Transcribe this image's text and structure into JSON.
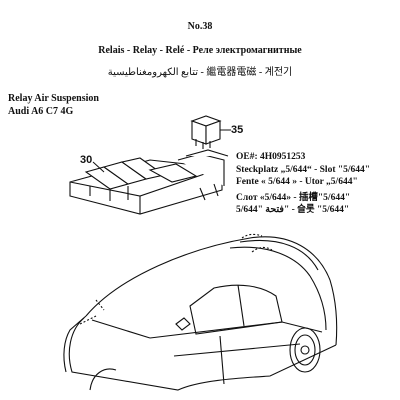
{
  "header": {
    "page_number": "No.38",
    "relay_names": "Relais - Relay - Relé - Реле электромагнитные",
    "relay_names_multi": "تتابع الكهرومغناطيسية - 繼電器電磁 - 계전기"
  },
  "title": {
    "line1": "Relay Air Suspension",
    "line2": "Audi A6 C7 4G"
  },
  "info": {
    "oe_number": "OE#: 4H0951253",
    "row1": "Steckplatz „5/644“  -  Slot \"5/644\"",
    "row2": "Fente « 5/644 »     -  Utor „5/644\"",
    "row3": "Слот «5/644»        -  插槽\"5/644\"",
    "row4": "فتحة \"5/644\"         -  슬롯 \"5/644\""
  },
  "callouts": {
    "relay": "35",
    "holder": "30"
  }
}
